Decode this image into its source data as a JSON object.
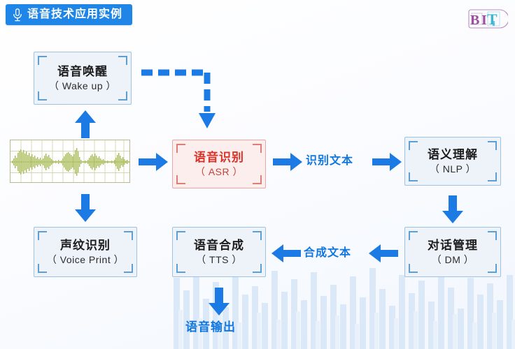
{
  "header": {
    "title": "语音技术应用实例",
    "icon": "microphone-icon",
    "bg_color": "#1f86e8",
    "text_color": "#ffffff"
  },
  "logo": {
    "text": "BIT",
    "letter_b": "B",
    "letter_i": "I",
    "letter_t": "T",
    "primary_color": "#9b4f9b",
    "secondary_color": "#38b6d6"
  },
  "theme": {
    "accent_blue": "#1177e0",
    "arrow_blue": "#1b7ae4",
    "box_border": "#9dc2e4",
    "box_bg": "#eef3fa",
    "bracket_blue": "#5d9fd4",
    "accent_red": "#d6342a",
    "accent_red_bg": "#fdeeee",
    "accent_red_border": "#e8a7a0",
    "waveform_color": "#a8bd58",
    "background": "#fdfdff"
  },
  "nodes": [
    {
      "id": "wake-up",
      "cn": "语音唤醒",
      "en": "（ Wake up ）",
      "style": "normal"
    },
    {
      "id": "asr",
      "cn": "语音识别",
      "en": "（ ASR ）",
      "style": "accent"
    },
    {
      "id": "nlp",
      "cn": "语义理解",
      "en": "（ NLP ）",
      "style": "normal"
    },
    {
      "id": "voice-print",
      "cn": "声纹识别",
      "en": "（ Voice Print ）",
      "style": "normal"
    },
    {
      "id": "tts",
      "cn": "语音合成",
      "en": "（ TTS ）",
      "style": "normal"
    },
    {
      "id": "dm",
      "cn": "对话管理",
      "en": "（ DM ）",
      "style": "normal"
    }
  ],
  "edge_labels": {
    "recognized_text": "识别文本",
    "synthesized_text": "合成文本",
    "voice_output": "语音输出"
  },
  "waveform": {
    "name": "audio-waveform-display",
    "grid": true,
    "grid_cols": 11,
    "grid_rows": 4
  }
}
